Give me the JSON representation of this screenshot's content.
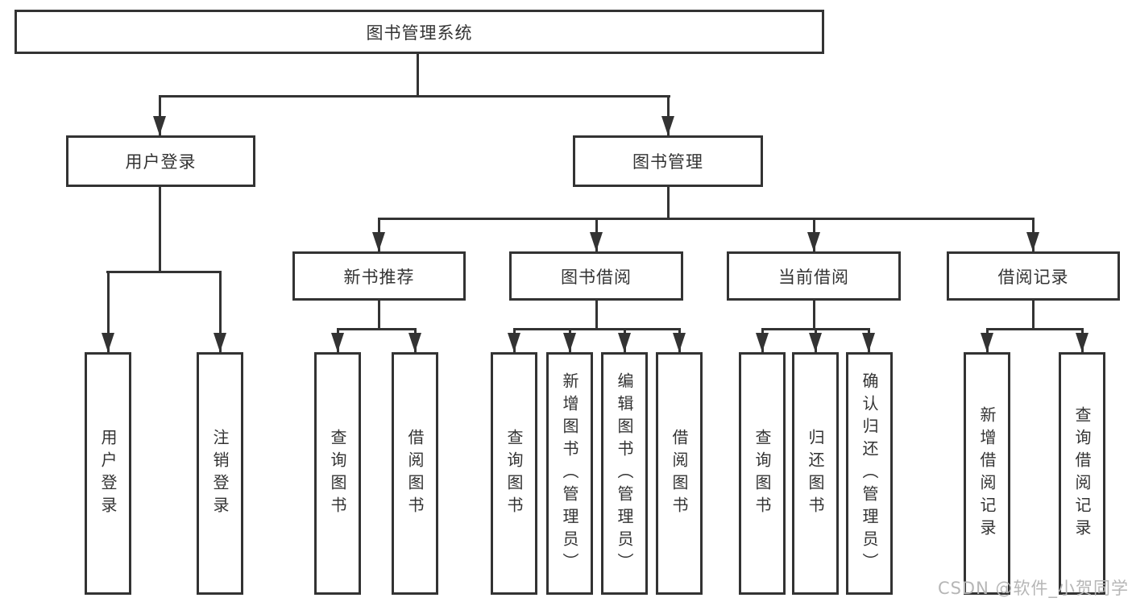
{
  "colors": {
    "line": "#333333",
    "text": "#333333",
    "watermark": "#b6b6b6",
    "background": "#ffffff"
  },
  "tree": {
    "root": {
      "label": "图书管理系统"
    },
    "branches": [
      {
        "label": "用户登录",
        "children": [
          {
            "label": "用户登录"
          },
          {
            "label": "注销登录"
          }
        ]
      },
      {
        "label": "图书管理",
        "children": [
          {
            "label": "新书推荐",
            "children": [
              {
                "label": "查询图书"
              },
              {
                "label": "借阅图书"
              }
            ]
          },
          {
            "label": "图书借阅",
            "children": [
              {
                "label": "查询图书"
              },
              {
                "label": "新增图书（管理员）"
              },
              {
                "label": "编辑图书（管理员）"
              },
              {
                "label": "借阅图书"
              }
            ]
          },
          {
            "label": "当前借阅",
            "children": [
              {
                "label": "查询图书"
              },
              {
                "label": "归还图书"
              },
              {
                "label": "确认归还（管理员）"
              }
            ]
          },
          {
            "label": "借阅记录",
            "children": [
              {
                "label": "新增借阅记录"
              },
              {
                "label": "查询借阅记录"
              }
            ]
          }
        ]
      }
    ]
  },
  "watermark": {
    "text": "CSDN @软件_小贺同学"
  }
}
